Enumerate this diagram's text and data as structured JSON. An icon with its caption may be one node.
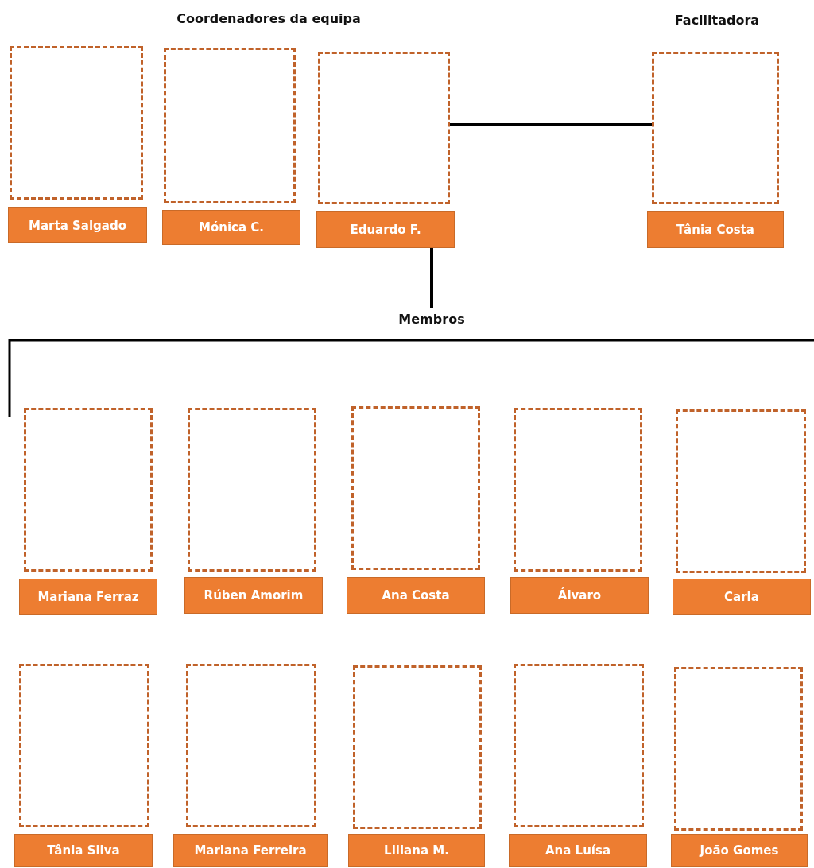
{
  "diagram": {
    "nodes": [
      {
        "text": [],
        "shape": "box"
      },
      {
        "text": [
          "Marta Salgado"
        ]
      },
      {
        "text": [],
        "shape": "box"
      },
      {
        "text": [
          "Mónica C."
        ]
      },
      {
        "text": [],
        "shape": "box"
      },
      {
        "text": [
          "Eduardo F."
        ]
      },
      {
        "text": [],
        "shape": "box"
      },
      {
        "text": [
          "Tânia Costa"
        ]
      },
      {
        "text": [
          "Membros"
        ]
      },
      {
        "text": [],
        "shape": "box"
      },
      {
        "text": [
          "Mariana Ferraz"
        ]
      },
      {
        "text": [],
        "shape": "box"
      },
      {
        "text": [
          "Rúben Amorim"
        ]
      },
      {
        "text": [],
        "shape": "box"
      },
      {
        "text": [
          "Ana Costa"
        ]
      },
      {
        "text": [],
        "shape": "box"
      },
      {
        "text": [
          "Álvaro"
        ]
      },
      {
        "text": [],
        "shape": "box"
      },
      {
        "text": [
          "Carla"
        ]
      },
      {
        "text": [],
        "shape": "box"
      },
      {
        "text": [
          "Tânia Silva"
        ]
      },
      {
        "text": [],
        "shape": "box"
      },
      {
        "text": [
          "Mariana Ferreira"
        ]
      },
      {
        "text": [],
        "shape": "box"
      },
      {
        "text": [
          "Liliana M."
        ]
      },
      {
        "text": [],
        "shape": "box"
      },
      {
        "text": [
          "Ana Luísa"
        ]
      },
      {
        "text": [],
        "shape": "box"
      },
      {
        "text": [
          "João Gomes"
        ]
      }
    ],
    "edges": [
      {
        "from": 4,
        "to": 6,
        "arrow": "none"
      },
      {
        "from": 5,
        "to": 8,
        "arrow": "none"
      }
    ],
    "labels": [
      "Coordenadores da equipa",
      "Facilitadora"
    ]
  }
}
